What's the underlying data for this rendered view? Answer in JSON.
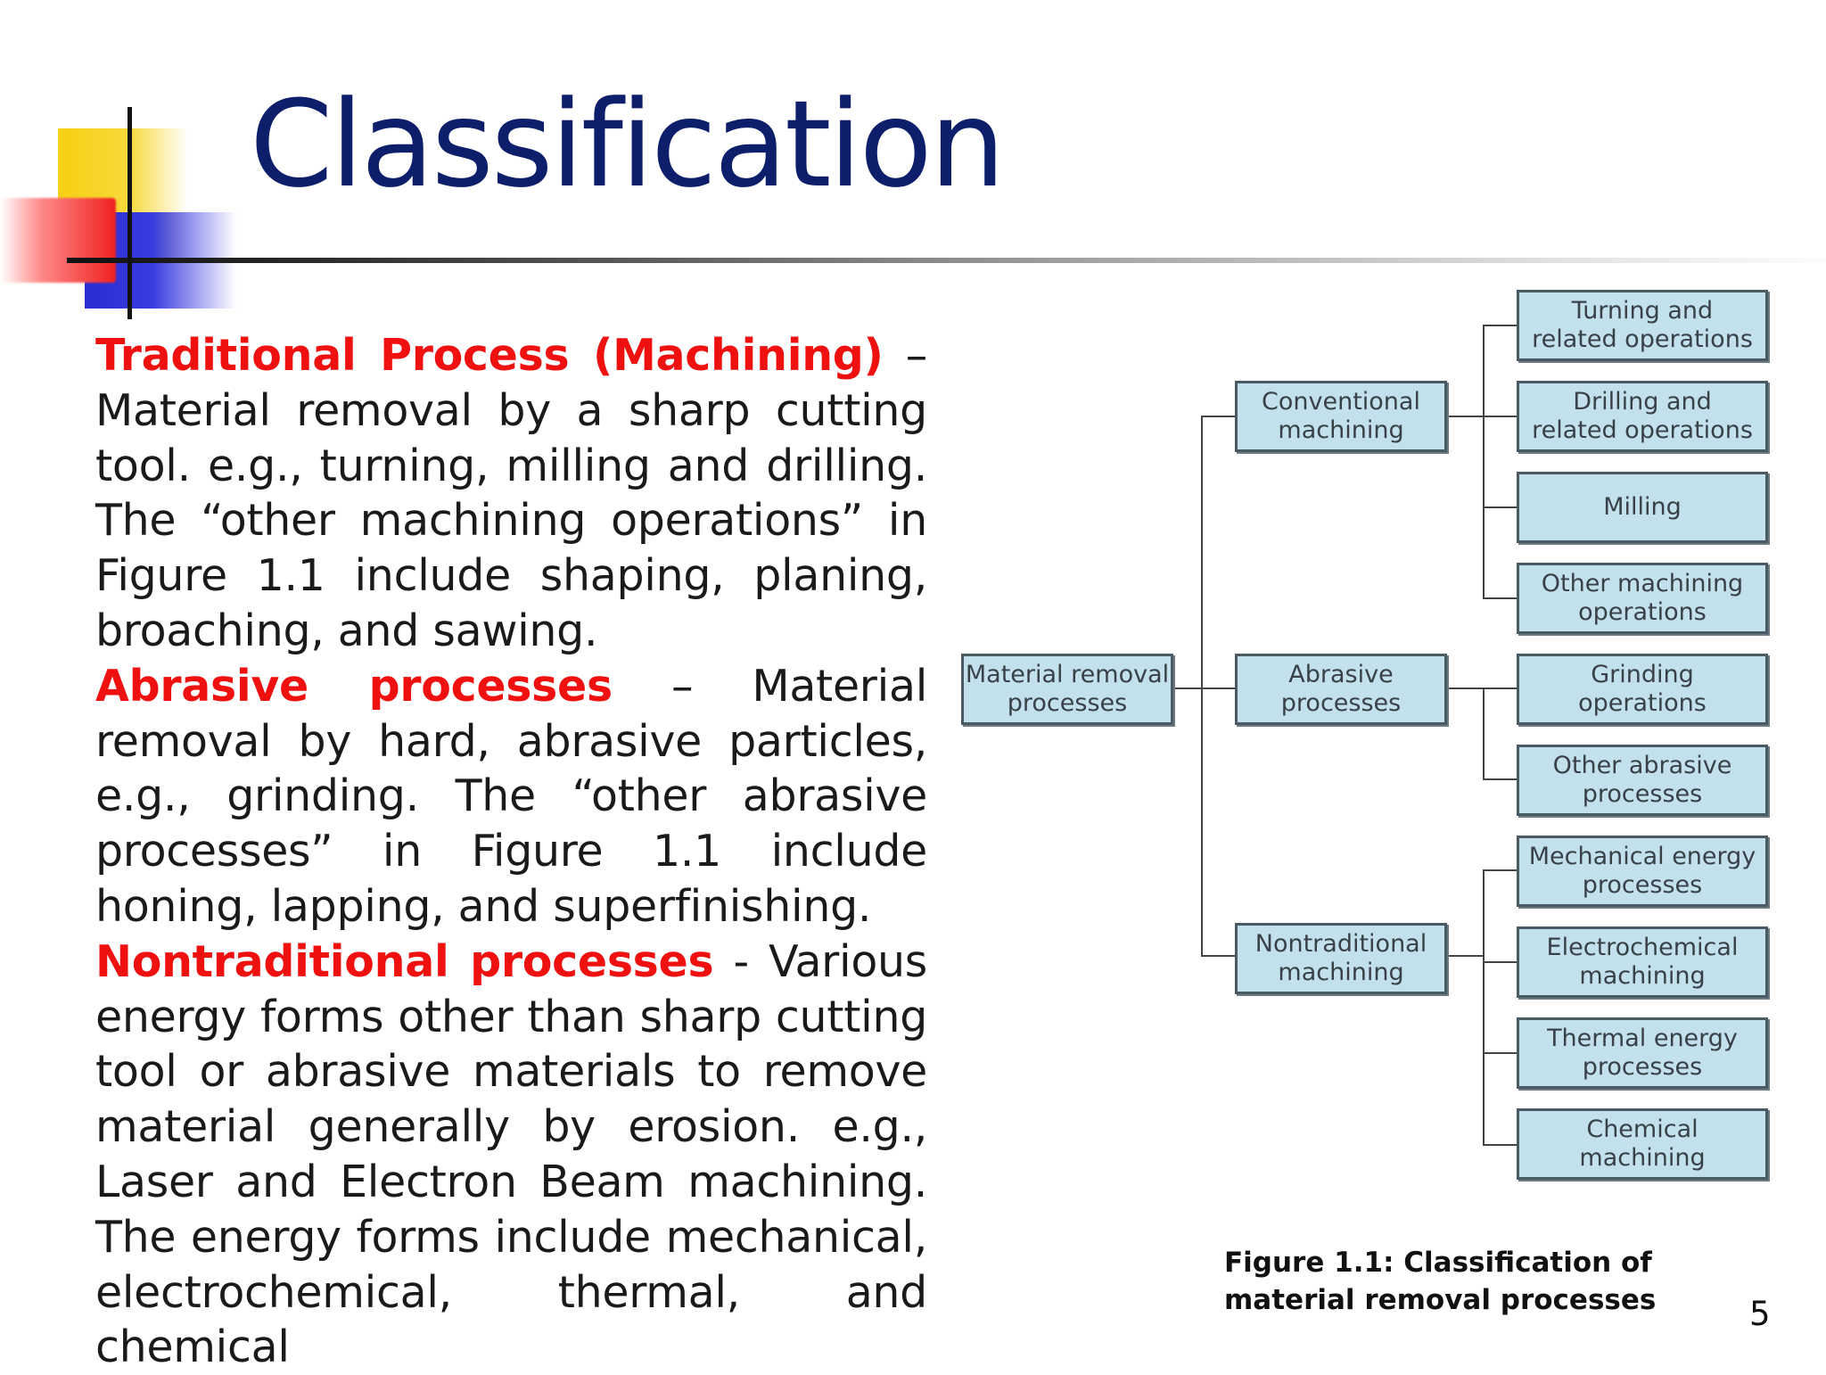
{
  "slide": {
    "title": "Classification",
    "page_number": "5",
    "caption": {
      "line1": "Figure 1.1: Classification of",
      "line2": "material removal processes"
    }
  },
  "body": {
    "p1_head": "Traditional Process (Machining)",
    "p1_rest": " – Material removal by a sharp cutting tool. e.g., turning, milling and drilling. The “other machining operations” in Figure 1.1 include shaping, planing, broaching, and sawing.",
    "p2_head": "Abrasive processes",
    "p2_rest": " – Material removal by hard, abrasive particles, e.g., grinding. The “other abrasive processes” in Figure 1.1 include honing, lapping, and superfinishing.",
    "p3_head": "Nontraditional processes",
    "p3_rest": " - Various energy forms other than sharp cutting tool or abrasive materials to remove material generally by erosion. e.g., Laser and Electron Beam machining. The energy forms include mechanical, electrochemical, thermal, and chemical"
  },
  "diagram": {
    "root": "Material removal\nprocesses",
    "branches": [
      {
        "label": "Conventional\nmachining",
        "children": [
          "Turning and\nrelated operations",
          "Drilling and\nrelated operations",
          "Milling",
          "Other machining\noperations"
        ]
      },
      {
        "label": "Abrasive\nprocesses",
        "children": [
          "Grinding\noperations",
          "Other abrasive\nprocesses"
        ]
      },
      {
        "label": "Nontraditional\nmachining",
        "children": [
          "Mechanical energy\nprocesses",
          "Electrochemical\nmachining",
          "Thermal energy\nprocesses",
          "Chemical\nmachining"
        ]
      }
    ]
  }
}
